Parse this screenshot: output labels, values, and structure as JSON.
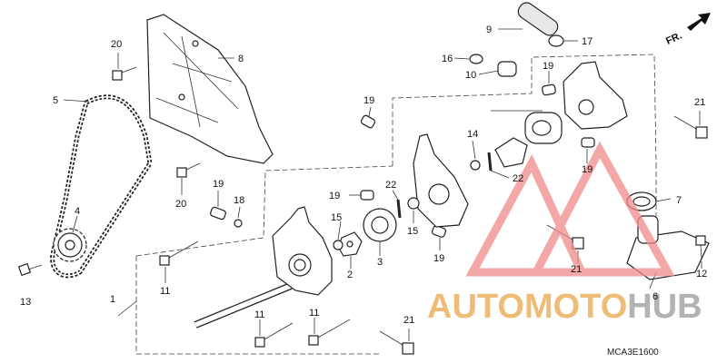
{
  "diagram": {
    "direction_label": "FR.",
    "drawing_code": "MCA3E1600",
    "callouts": [
      {
        "id": "c1",
        "text": "1"
      },
      {
        "id": "c2",
        "text": "2"
      },
      {
        "id": "c3",
        "text": "3"
      },
      {
        "id": "c4",
        "text": "4"
      },
      {
        "id": "c5",
        "text": "5"
      },
      {
        "id": "c6",
        "text": "6"
      },
      {
        "id": "c7",
        "text": "7"
      },
      {
        "id": "c8",
        "text": "8"
      },
      {
        "id": "c9",
        "text": "9"
      },
      {
        "id": "c10",
        "text": "10"
      },
      {
        "id": "c11a",
        "text": "11"
      },
      {
        "id": "c11b",
        "text": "11"
      },
      {
        "id": "c11c",
        "text": "11"
      },
      {
        "id": "c12",
        "text": "12"
      },
      {
        "id": "c13",
        "text": "13"
      },
      {
        "id": "c14",
        "text": "14"
      },
      {
        "id": "c15a",
        "text": "15"
      },
      {
        "id": "c15b",
        "text": "15"
      },
      {
        "id": "c16",
        "text": "16"
      },
      {
        "id": "c17",
        "text": "17"
      },
      {
        "id": "c18",
        "text": "18"
      },
      {
        "id": "c19a",
        "text": "19"
      },
      {
        "id": "c19b",
        "text": "19"
      },
      {
        "id": "c19c",
        "text": "19"
      },
      {
        "id": "c19d",
        "text": "19"
      },
      {
        "id": "c19e",
        "text": "19"
      },
      {
        "id": "c19f",
        "text": "19"
      },
      {
        "id": "c20a",
        "text": "20"
      },
      {
        "id": "c20b",
        "text": "20"
      },
      {
        "id": "c21a",
        "text": "21"
      },
      {
        "id": "c21b",
        "text": "21"
      },
      {
        "id": "c21c",
        "text": "21"
      },
      {
        "id": "c22a",
        "text": "22"
      },
      {
        "id": "c22b",
        "text": "22"
      }
    ]
  },
  "watermark": {
    "word_part1": "AUTOMOTO",
    "word_part2": "HUB",
    "color_primary": "#f08a8a",
    "color_secondary": "#9a9a9a",
    "color_accent": "#e9a64a"
  }
}
